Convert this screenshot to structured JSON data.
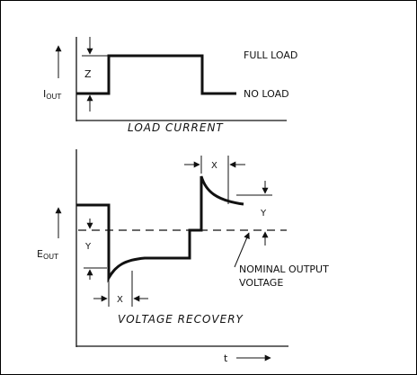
{
  "load_current": {
    "caption": "LOAD CURRENT",
    "full_load": "FULL LOAD",
    "no_load": "NO LOAD",
    "z": "Z",
    "y_axis_main": "I",
    "y_axis_sub": "OUT"
  },
  "voltage_recovery": {
    "caption": "VOLTAGE RECOVERY",
    "x_top": "X",
    "y_top": "Y",
    "y_left": "Y",
    "x_bottom": "X",
    "nominal_line1": "NOMINAL OUTPUT",
    "nominal_line2": "VOLTAGE",
    "y_axis_main": "E",
    "y_axis_sub": "OUT"
  },
  "x_axis": {
    "label": "t"
  }
}
